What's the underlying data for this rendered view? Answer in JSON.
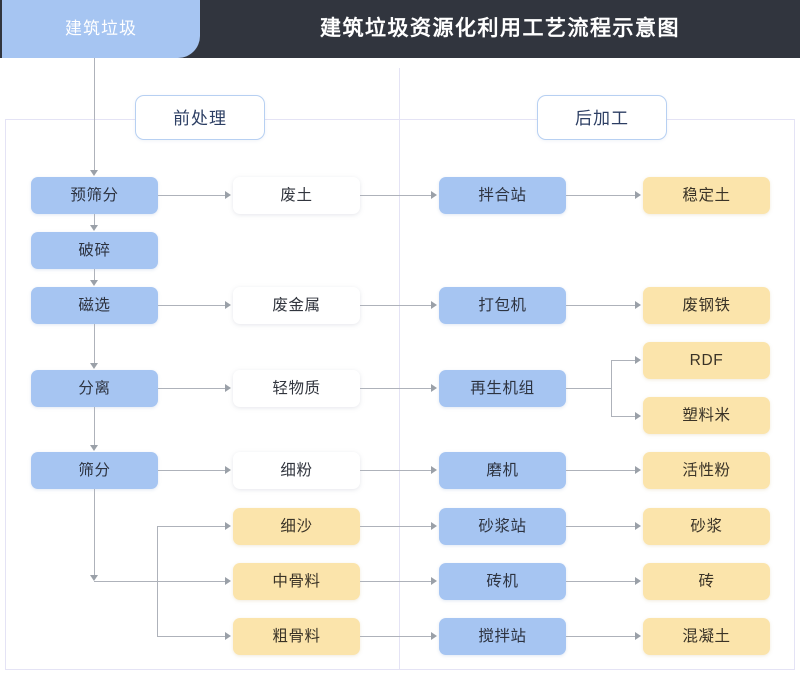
{
  "header": {
    "tab_label": "建筑垃圾",
    "title": "建筑垃圾资源化利用工艺流程示意图",
    "bar_color": "#31353e",
    "tab_color": "#a6c5f2"
  },
  "sections": {
    "pre": "前处理",
    "post": "后加工"
  },
  "palette": {
    "blue": "#a6c5f2",
    "yellow": "#fbe4ab",
    "white": "#ffffff",
    "line": "#aeb2ba",
    "panel_border": "#e4e3f5",
    "text_dark": "#31353e",
    "section_text": "#2c3e63"
  },
  "nodes": {
    "process": [
      {
        "id": "pre-screen",
        "label": "预筛分",
        "type": "blue",
        "column": "a"
      },
      {
        "id": "crush",
        "label": "破碎",
        "type": "blue",
        "column": "a"
      },
      {
        "id": "magnetic",
        "label": "磁选",
        "type": "blue",
        "column": "a"
      },
      {
        "id": "separate",
        "label": "分离",
        "type": "blue",
        "column": "a"
      },
      {
        "id": "screen",
        "label": "筛分",
        "type": "blue",
        "column": "a"
      }
    ],
    "intermediates": [
      {
        "id": "waste-soil",
        "label": "废土",
        "type": "white",
        "column": "b"
      },
      {
        "id": "waste-metal",
        "label": "废金属",
        "type": "white",
        "column": "b"
      },
      {
        "id": "light-matter",
        "label": "轻物质",
        "type": "white",
        "column": "b"
      },
      {
        "id": "fine-powder",
        "label": "细粉",
        "type": "white",
        "column": "b"
      },
      {
        "id": "fine-sand",
        "label": "细沙",
        "type": "yellow",
        "column": "b"
      },
      {
        "id": "mid-aggregate",
        "label": "中骨料",
        "type": "yellow",
        "column": "b"
      },
      {
        "id": "coarse-aggregate",
        "label": "粗骨料",
        "type": "yellow",
        "column": "b"
      }
    ],
    "equipment": [
      {
        "id": "mixing-station",
        "label": "拌合站",
        "type": "blue",
        "column": "c"
      },
      {
        "id": "baler",
        "label": "打包机",
        "type": "blue",
        "column": "c"
      },
      {
        "id": "regen-unit",
        "label": "再生机组",
        "type": "blue",
        "column": "c"
      },
      {
        "id": "mill",
        "label": "磨机",
        "type": "blue",
        "column": "c"
      },
      {
        "id": "mortar-station",
        "label": "砂浆站",
        "type": "blue",
        "column": "c"
      },
      {
        "id": "brick-machine",
        "label": "砖机",
        "type": "blue",
        "column": "c"
      },
      {
        "id": "concrete-station",
        "label": "搅拌站",
        "type": "blue",
        "column": "c"
      }
    ],
    "products": [
      {
        "id": "stabilized-soil",
        "label": "稳定土",
        "type": "yellow",
        "column": "d"
      },
      {
        "id": "scrap-steel",
        "label": "废钢铁",
        "type": "yellow",
        "column": "d"
      },
      {
        "id": "rdf",
        "label": "RDF",
        "type": "yellow",
        "column": "d"
      },
      {
        "id": "plastic-pellet",
        "label": "塑料米",
        "type": "yellow",
        "column": "d"
      },
      {
        "id": "active-powder",
        "label": "活性粉",
        "type": "yellow",
        "column": "d"
      },
      {
        "id": "mortar",
        "label": "砂浆",
        "type": "yellow",
        "column": "d"
      },
      {
        "id": "brick",
        "label": "砖",
        "type": "yellow",
        "column": "d"
      },
      {
        "id": "concrete",
        "label": "混凝土",
        "type": "yellow",
        "column": "d"
      }
    ]
  }
}
